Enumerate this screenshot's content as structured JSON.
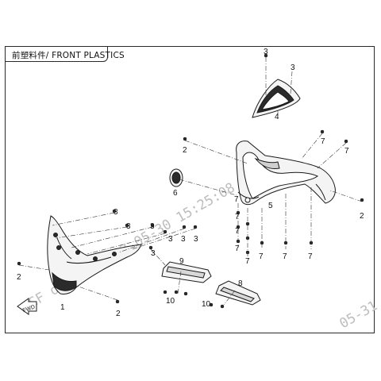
{
  "title": "前塑料件/ FRONT PLASTICS",
  "fwd_label": "FWD",
  "watermark": {
    "main": "CF   o   kr  j   2023-05-30   15:25:08",
    "corner": "05-31"
  },
  "callouts": [
    "1",
    "2",
    "3",
    "4",
    "5",
    "6",
    "7",
    "8",
    "9",
    "10"
  ],
  "colors": {
    "line": "#1a1a1a",
    "leader": "#333333",
    "part_fill": "#f4f4f4",
    "dark_fill": "#2b2b2b",
    "watermark": "#bdbdbd"
  }
}
